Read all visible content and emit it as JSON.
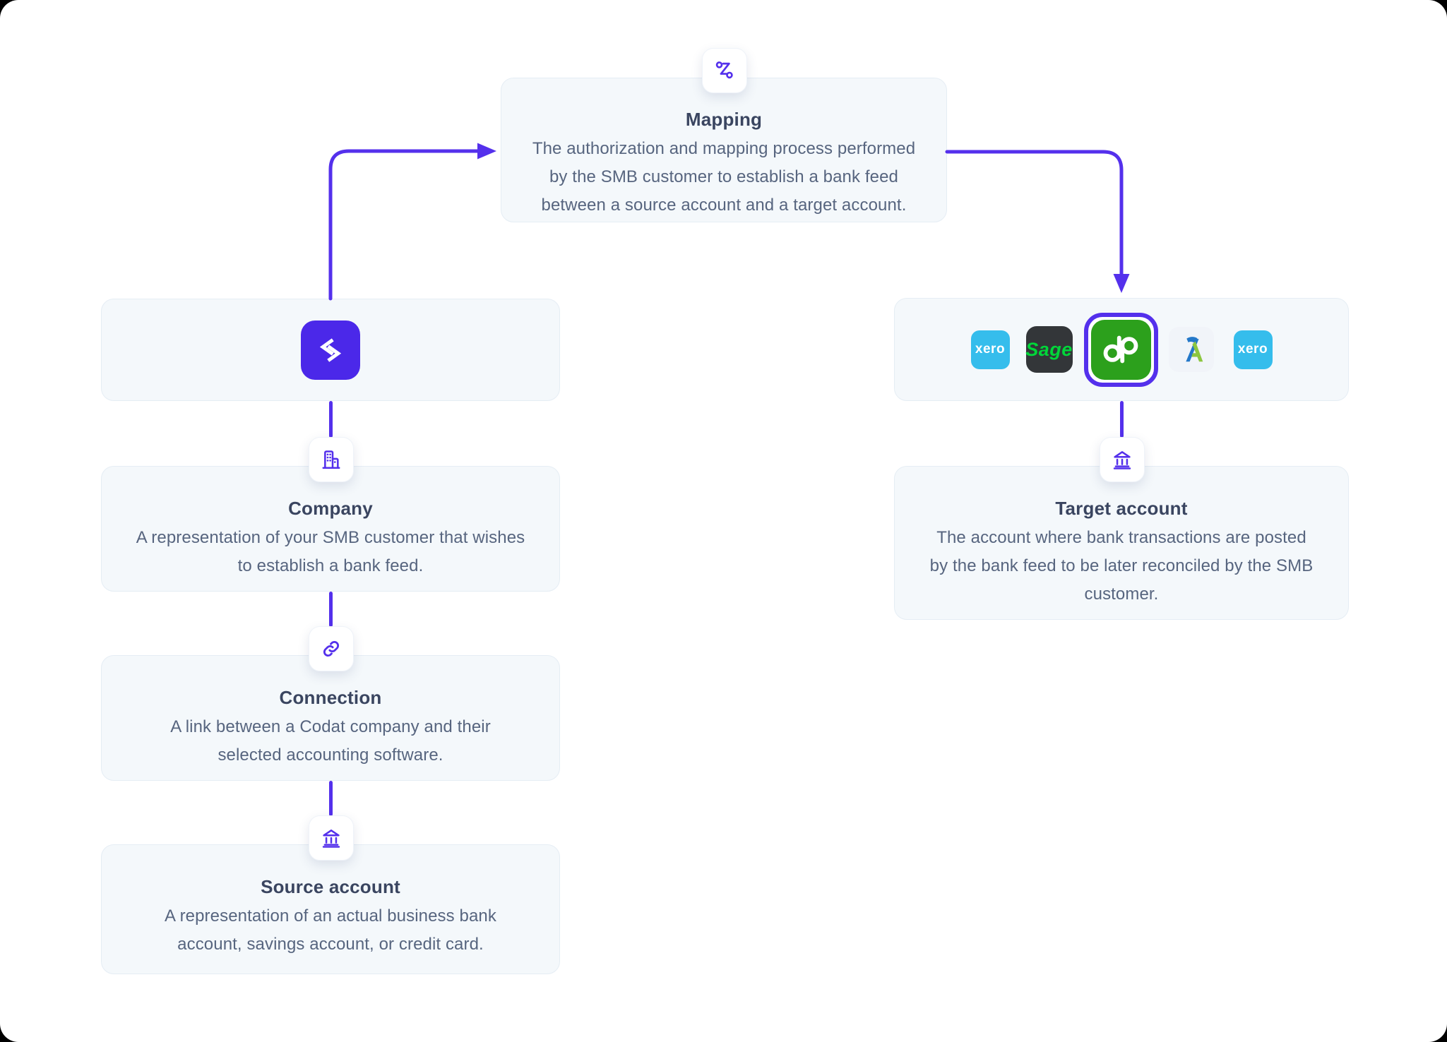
{
  "diagram": {
    "kind": "bank-feeds-concept-flow",
    "colors": {
      "accent_purple": "#5430ec",
      "codat_logo_bg": "#4b28e9",
      "card_bg": "#f4f8fb",
      "card_border": "#e5edf4",
      "title_text": "#3a4560",
      "body_text": "#57657f",
      "xero_bg": "#35bdec",
      "sage_bg": "#333639",
      "sage_green": "#00d639",
      "quickbooks_green": "#2ca01c",
      "freeagent_blue": "#2478c9",
      "freeagent_green": "#8cc63f"
    },
    "nodes": {
      "mapping": {
        "title": "Mapping",
        "description": "The authorization and mapping process performed\nby the SMB customer to establish a bank feed\nbetween a source account and a target account.",
        "icon": "route-icon"
      },
      "codat": {
        "logo": "codat-logo"
      },
      "company": {
        "title": "Company",
        "description": "A representation of your SMB customer that wishes\nto establish a bank feed.",
        "icon": "building-icon"
      },
      "connection": {
        "title": "Connection",
        "description": "A link between a Codat company and their\nselected accounting software.",
        "icon": "link-icon"
      },
      "source_account": {
        "title": "Source account",
        "description": "A representation of an actual business bank\naccount, savings account, or credit card.",
        "icon": "bank-icon"
      },
      "platforms": {
        "items": [
          "Xero",
          "Sage",
          "QuickBooks",
          "FreeAgent",
          "Xero"
        ],
        "selected": "QuickBooks",
        "xero_label": "xero",
        "sage_label": "Sage"
      },
      "target_account": {
        "title": "Target account",
        "description": "The account where bank transactions are posted\nby the bank feed to be later reconciled by the SMB\ncustomer.",
        "icon": "bank-icon"
      }
    }
  }
}
